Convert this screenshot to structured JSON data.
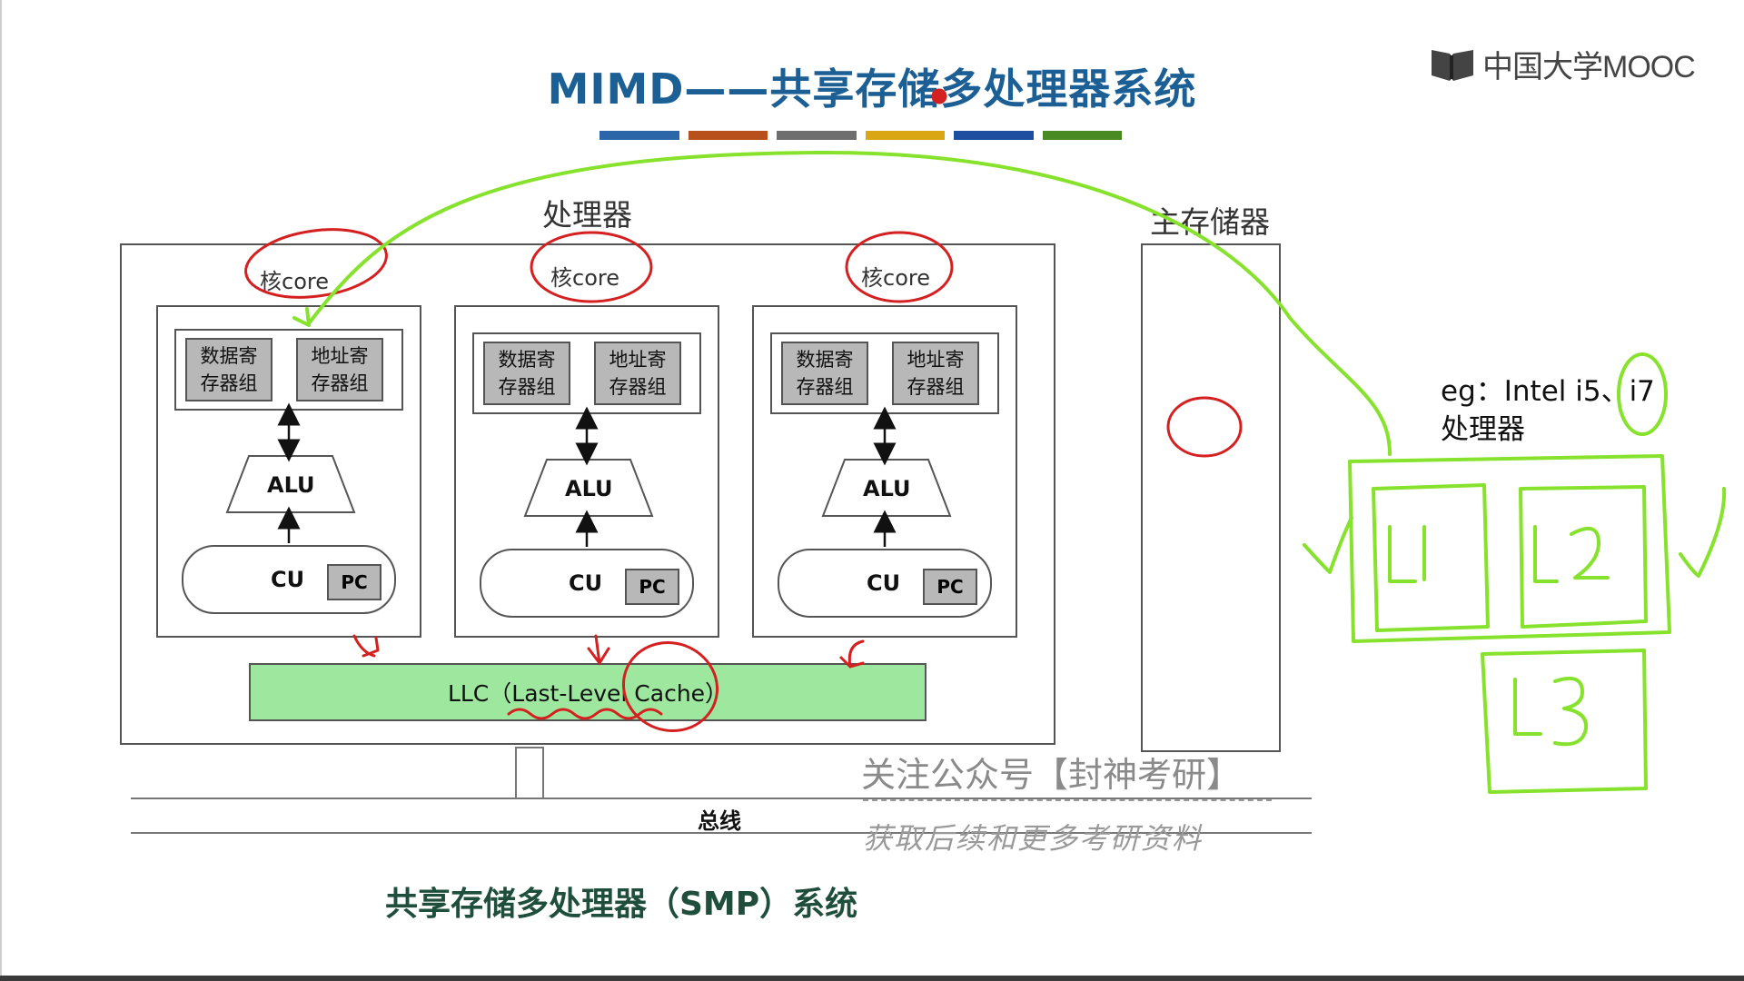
{
  "title": "MIMD——共享存储多处理器系统",
  "color_bar": [
    "#2a66a8",
    "#b8501c",
    "#6e6e6e",
    "#dba614",
    "#1e4ea0",
    "#4a8a22"
  ],
  "logo_text": "中国大学MOOC",
  "processor_label": "处理器",
  "memory_label": "主存储器",
  "core_label": "核core",
  "data_reg_label": "数据寄存器组",
  "addr_reg_label": "地址寄存器组",
  "alu_label": "ALU",
  "cu_label": "CU",
  "pc_label": "PC",
  "llc_label": "LLC（Last-Level Cache）",
  "bus_label": "总线",
  "caption": "共享存储多处理器（SMP）系统",
  "watermark": {
    "line1": "关注公众号【封神考研】",
    "line2": "获取后续和更多考研资料"
  },
  "annotation": {
    "eg_line1": "eg：Intel i5、i7",
    "eg_line2": "处理器",
    "cache_labels": [
      "L1",
      "L2",
      "L3"
    ]
  },
  "colors": {
    "ink_red": "#d42020",
    "ink_green": "#86e22c",
    "llc_fill": "#9ee79e",
    "title": "#1b5f95"
  }
}
